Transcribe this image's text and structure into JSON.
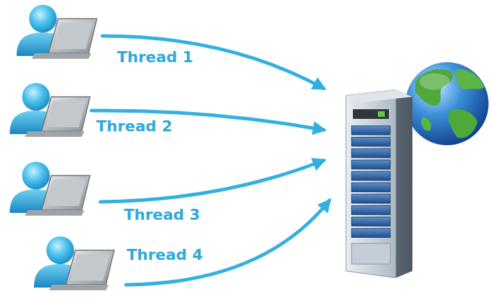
{
  "diagram": {
    "labels": [
      "Thread 1",
      "Thread 2",
      "Thread 3",
      "Thread 4"
    ]
  }
}
